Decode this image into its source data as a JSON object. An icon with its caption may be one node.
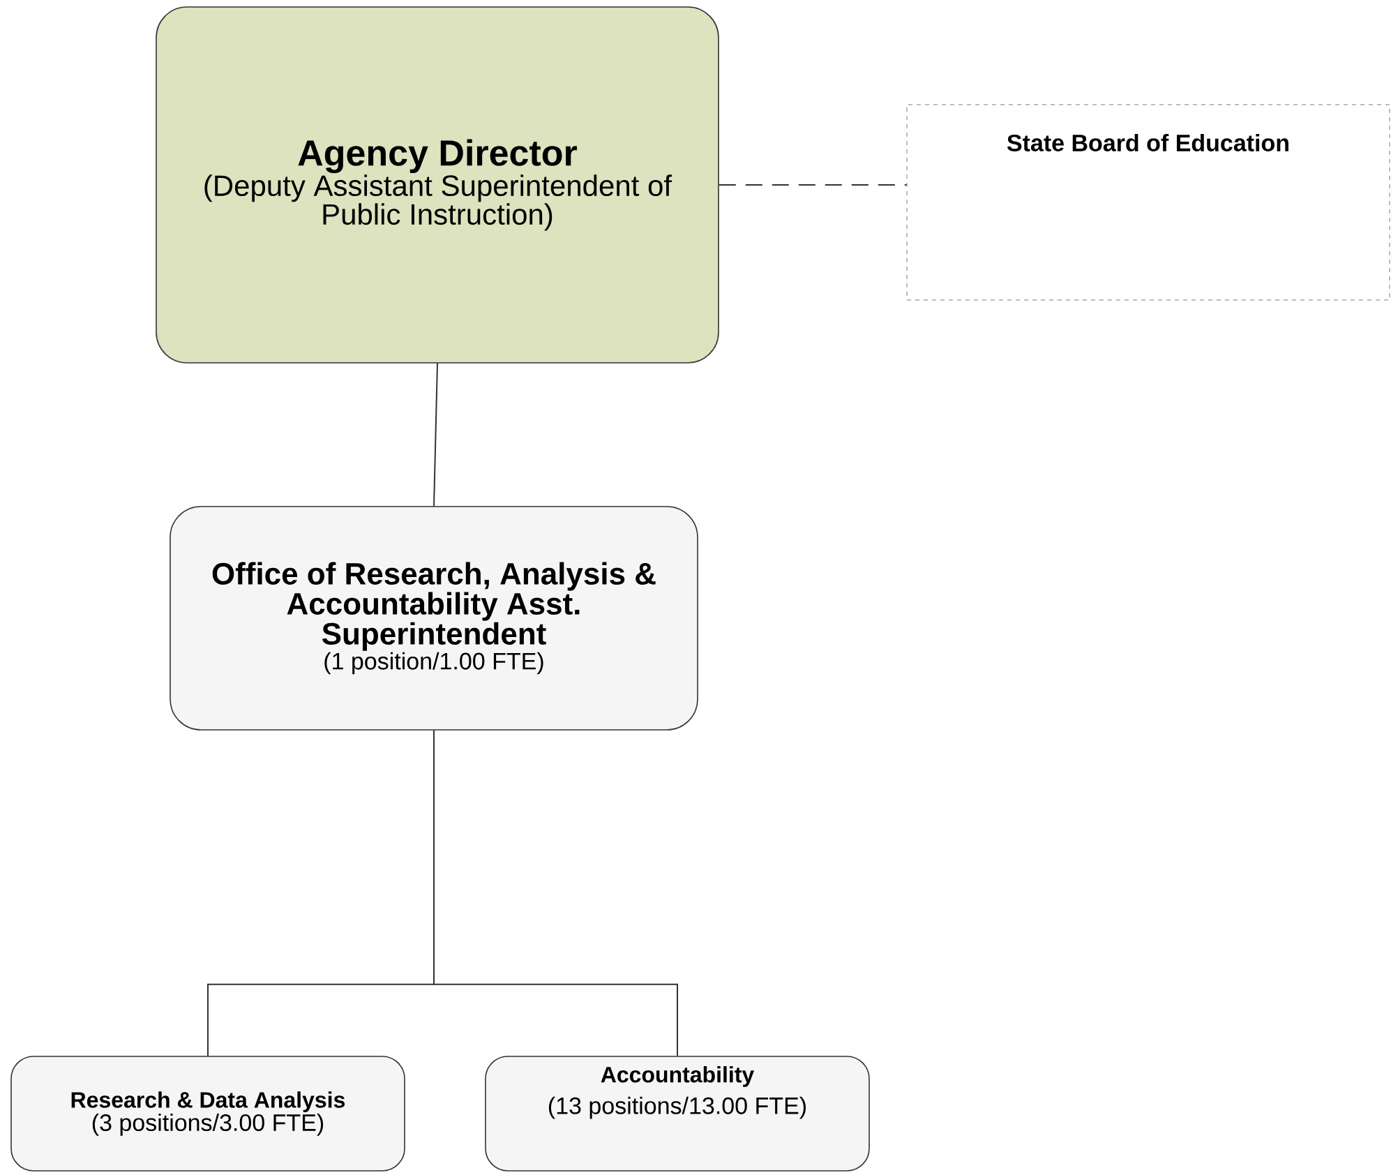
{
  "diagram": {
    "nodes": [
      {
        "text": [
          "Agency Director",
          "(Deputy Assistant Superintendent of Public Instruction)"
        ]
      },
      {
        "text": [
          "State Board of Education"
        ]
      },
      {
        "text": [
          "Office of Research, Analysis & Accountability Asst. Superintendent",
          "(1 position/1.00 FTE)"
        ]
      },
      {
        "text": [
          "Research & Data Analysis",
          "(3 positions/3.00 FTE)"
        ]
      },
      {
        "text": [
          "Accountability",
          "(13 positions/13.00 FTE)"
        ]
      }
    ],
    "edges": [
      {
        "from": 0,
        "to": 1,
        "arrow": "none",
        "style": "dashed"
      },
      {
        "from": 0,
        "to": 2,
        "arrow": "none"
      },
      {
        "from": 2,
        "to": 3,
        "arrow": "none"
      },
      {
        "from": 2,
        "to": 4,
        "arrow": "none"
      }
    ]
  }
}
